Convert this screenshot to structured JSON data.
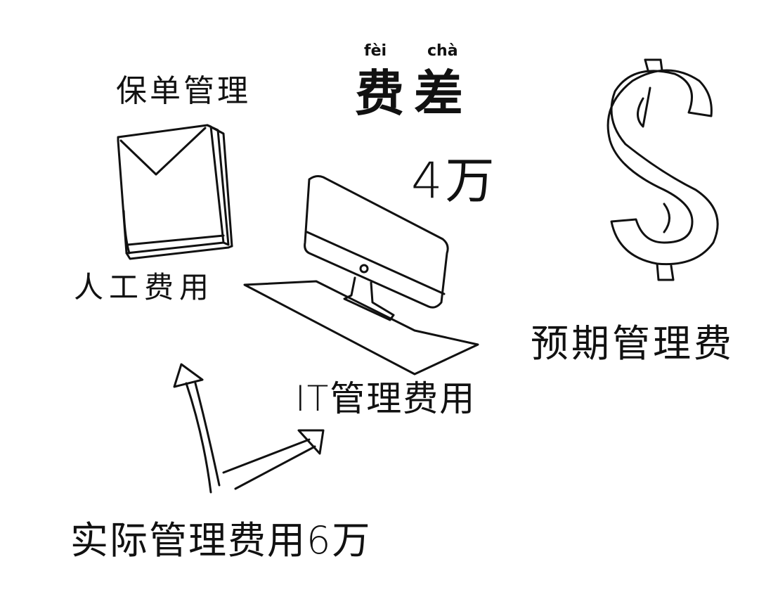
{
  "title": {
    "pinyin": [
      "fèi",
      "chà"
    ],
    "hanzi": "费差"
  },
  "labels": {
    "policy_management": "保单管理",
    "labor_cost": "人工费用",
    "it_cost": "IT管理费用",
    "expected_fee": "预期管理费",
    "difference": "4万",
    "actual_fee": "实际管理费用6万"
  },
  "icons": [
    "book-stack-icon",
    "computer-monitor-icon",
    "dollar-sign-icon",
    "arrow-icon"
  ],
  "colors": {
    "ink": "#111111",
    "background": "#ffffff"
  }
}
